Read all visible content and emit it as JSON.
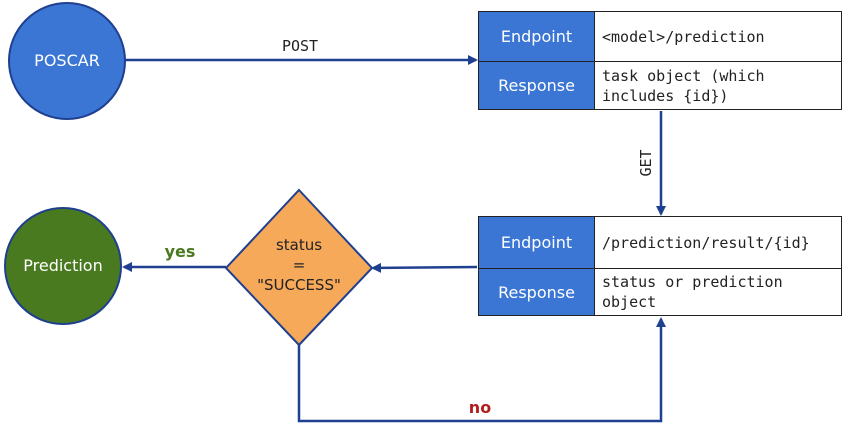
{
  "nodes": {
    "poscar": {
      "label": "POSCAR",
      "color": "#3b76d4"
    },
    "prediction": {
      "label": "Prediction",
      "color": "#4a7a1f"
    },
    "decision": {
      "line1": "status",
      "line2": "=",
      "line3": "\"SUCCESS\"",
      "color": "#f7a95a"
    }
  },
  "edges": {
    "post": "POST",
    "get": "GET",
    "yes": "yes",
    "no": "no"
  },
  "colors": {
    "arrow": "#1f3f8f",
    "yes": "#4a7a1f",
    "no": "#b21e1e",
    "header_cell": "#3b76d4"
  },
  "table_create": {
    "endpoint_label": "Endpoint",
    "endpoint_value": "<model>/prediction",
    "response_label": "Response",
    "response_value": "task object (which includes {id})"
  },
  "table_result": {
    "endpoint_label": "Endpoint",
    "endpoint_value": "/prediction/result/{id}",
    "response_label": "Response",
    "response_value": "status or prediction object"
  }
}
